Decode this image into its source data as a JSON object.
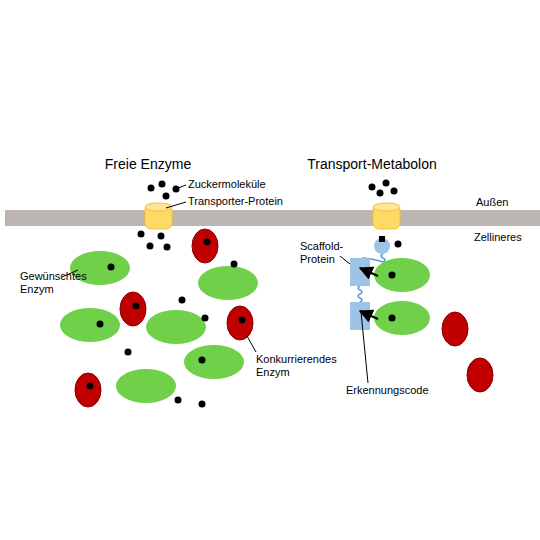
{
  "diagram": {
    "labels": [
      "Freie Enzyme",
      "Transport-Metabolon",
      "Zuckermoleküle",
      "Transporter-Protein",
      "Außen",
      "Zellineres",
      "Gewünschtes Enzym",
      "Scaffold-Protein",
      "Konkurrierendes Enzym",
      "Erkennungscode"
    ]
  }
}
